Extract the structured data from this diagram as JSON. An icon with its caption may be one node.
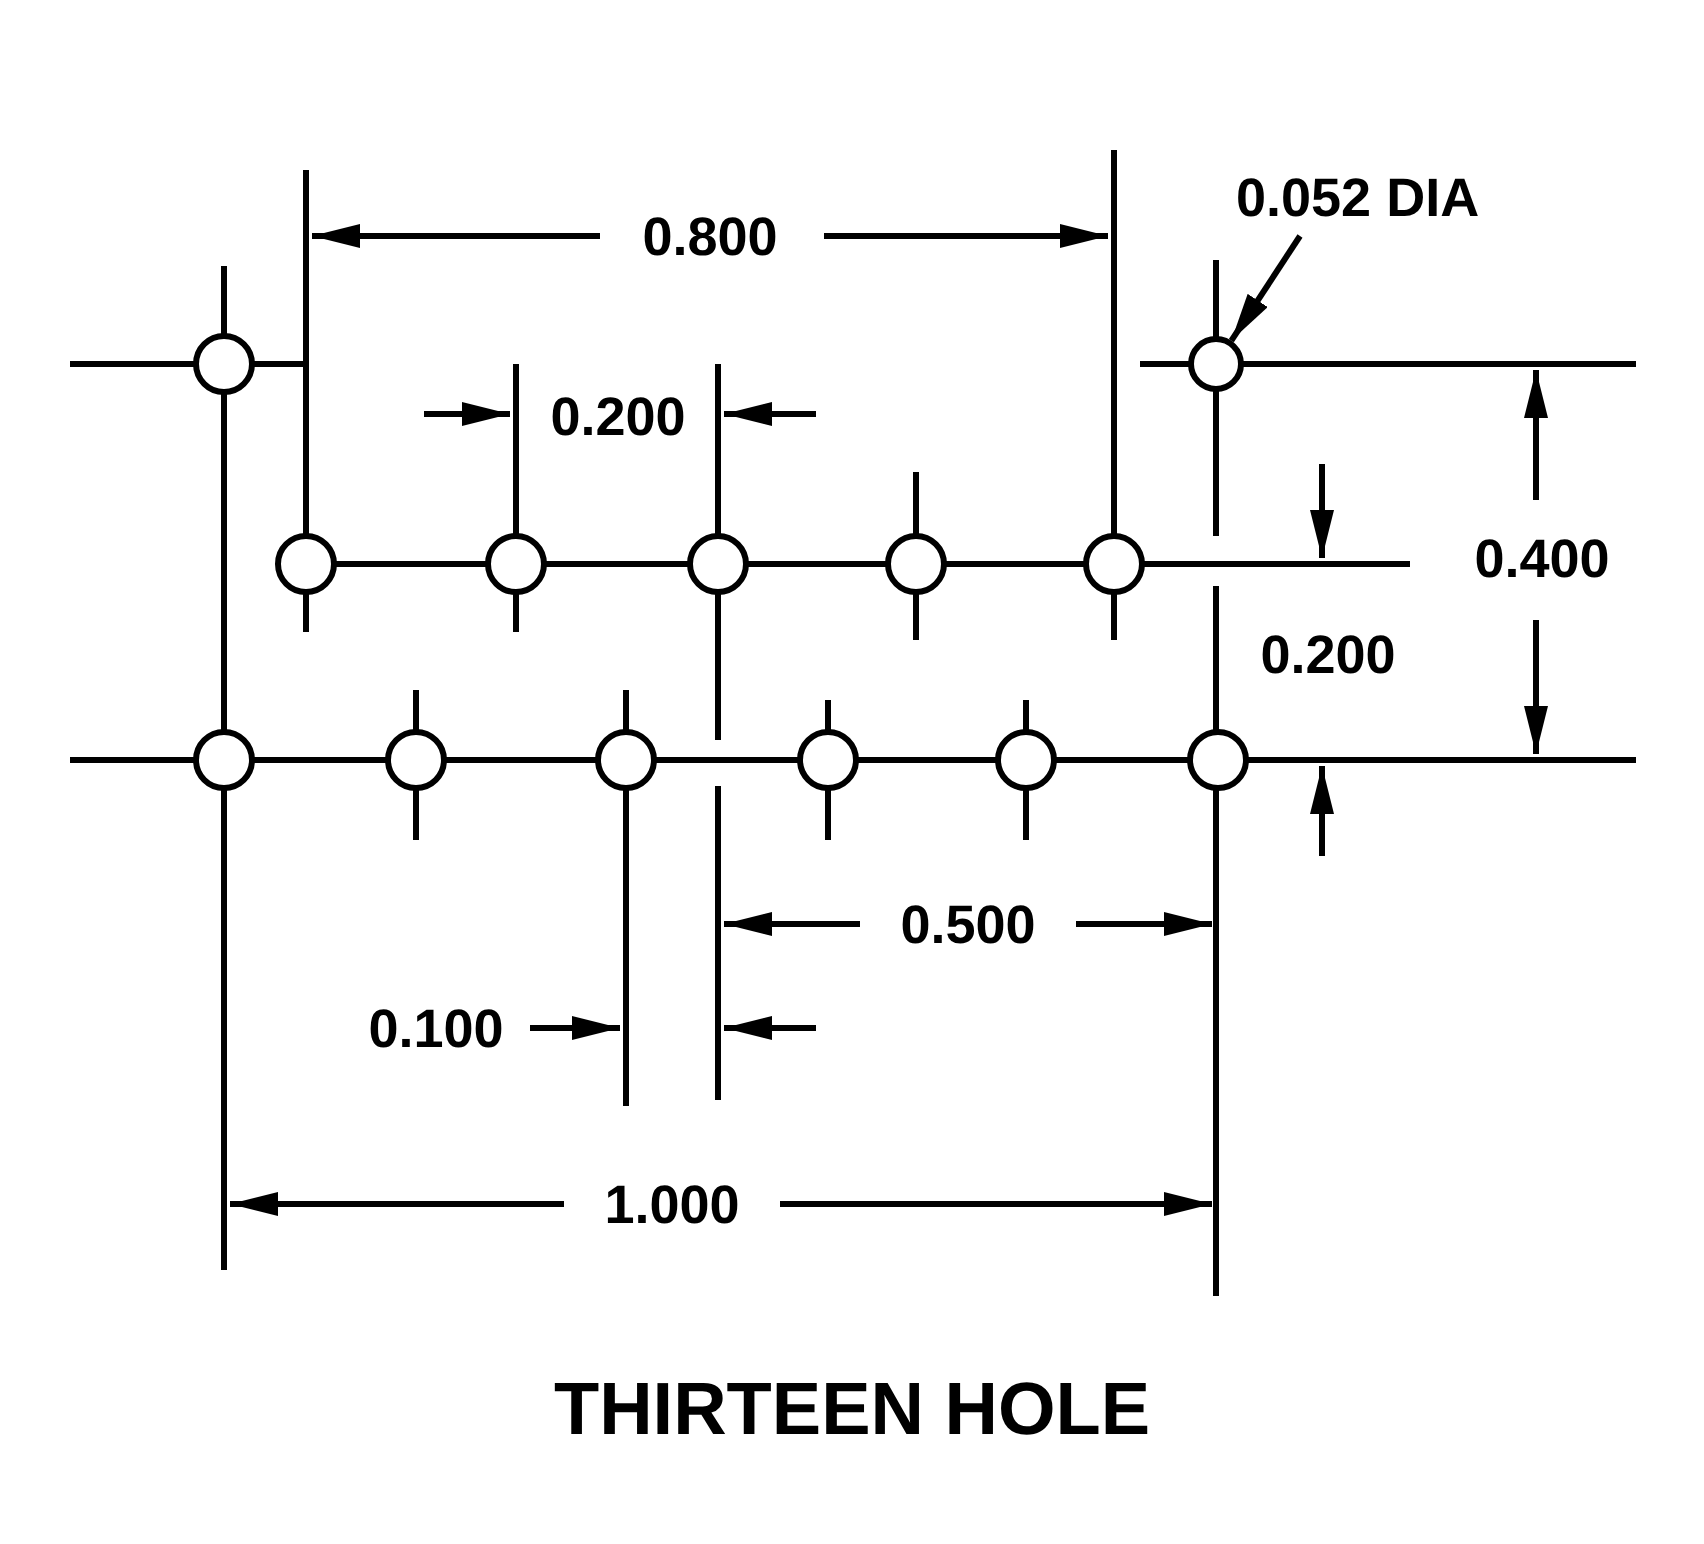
{
  "diagram": {
    "caption": "THIRTEEN HOLE",
    "nodes": [
      {
        "text": [
          "0.052 DIA"
        ]
      },
      {
        "text": [],
        "shape": "circle"
      }
    ],
    "edges": [
      {
        "from": 0,
        "to": 1,
        "arrow": "to"
      }
    ],
    "labels": [
      "0.800",
      "0.200",
      "0.400",
      "0.200",
      "0.500",
      "0.100",
      "1.000"
    ]
  }
}
